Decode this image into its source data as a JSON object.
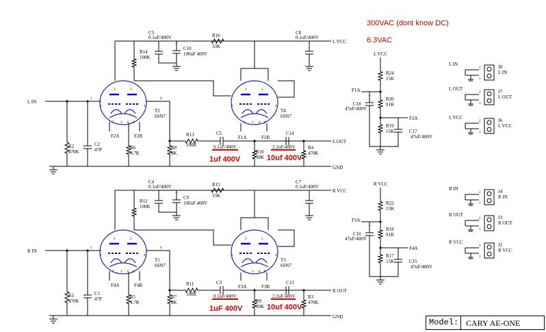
{
  "notes": {
    "hv": "300VAC (dont know DC)",
    "fil": "6.3VAC"
  },
  "model": {
    "label": "Model:",
    "value": "CARY AE-ONE"
  },
  "channels": [
    {
      "in": "L IN",
      "out": "L OUT",
      "vcc": "L VCC",
      "gnd": "GND",
      "c_top1": "C5",
      "c_top1v": "0.1uF/400V",
      "c_big": "C10",
      "c_bigv": "100uF 400V",
      "r_drop": "R16",
      "r_dropv": "33K",
      "c_top2": "C8",
      "c_top2v": "0.1uF/400V",
      "r_pl": "R14",
      "r_plv": "100K",
      "r_gr": "R2",
      "r_grv": "470K",
      "c_in": "C2",
      "c_inv": "47P",
      "r_k1": "R6",
      "r_k1v": "4.7K",
      "r_k2": "R8",
      "r_k2v": "8K",
      "tube1": "T2",
      "tube1t": "6SN7",
      "tube2": "T4",
      "tube2t": "6SN7",
      "r_s": "R13",
      "r_sv": "100K",
      "c_c": "C5",
      "c_cv": "0.1uF/400V",
      "note1": "1uf 400V",
      "r_k3": "R10",
      "r_k3v": "30K",
      "c_o": "C14",
      "c_ov": "2.2uF/400V",
      "note2": "10uf 400V",
      "r_o": "R4",
      "r_ov": "470K",
      "fa": "F2A",
      "fb": "F2B",
      "fc": "F1A",
      "fd": "F1B"
    },
    {
      "in": "R IN",
      "out": "R OUT",
      "vcc": "R VCC",
      "gnd": "GND",
      "c_top1": "C4",
      "c_top1v": "0.1uF/400V",
      "c_big": "C9",
      "c_bigv": "100uF 400V",
      "r_drop": "R15",
      "r_dropv": "33K",
      "c_top2": "C7",
      "c_top2v": "0.1uF/400V",
      "r_pl": "R12",
      "r_plv": "100K",
      "r_gr": "R1",
      "r_grv": "470K",
      "c_in": "C1",
      "c_inv": "47P",
      "r_k1": "R5",
      "r_k1v": "4.7K",
      "r_k2": "R7",
      "r_k2v": "8K",
      "tube1": "T1",
      "tube1t": "6SN7",
      "tube2": "T3",
      "tube2t": "6SN7",
      "r_s": "R11",
      "r_sv": "100K",
      "c_c": "C3",
      "c_cv": "0.1uF/400V",
      "note1": "1uF 400V",
      "r_k3": "R9",
      "r_k3v": "30K",
      "c_o": "C13",
      "c_ov": "2.2uF/400V",
      "note2": "10uf 400V",
      "r_o": "R3",
      "r_ov": "470K",
      "fa": "F4A",
      "fb": "F4B",
      "fc": "F3A",
      "fd": "F3B"
    }
  ],
  "bias": [
    {
      "vcc": "L VCC",
      "fnet": "F1A",
      "fout": "F2A",
      "r1": "R24",
      "r1v": "15K",
      "r2": "R20",
      "r2v": "91K",
      "r3": "R19",
      "r3v": "15K",
      "c1": "C18",
      "c1v": "47uF/400V",
      "c2": "C17",
      "c2v": "47uF/400V"
    },
    {
      "vcc": "R VCC",
      "fnet": "F3A",
      "fout": "F4A",
      "r1": "R22",
      "r1v": "15K",
      "r2": "R18",
      "r2v": "91K",
      "r3": "R17",
      "r3v": "15K",
      "c1": "C16",
      "c1v": "47uF/400V",
      "c2": "C15",
      "c2v": "47uF/400V"
    }
  ],
  "connectors": [
    {
      "net": "L IN",
      "ref": "J8",
      "name": "L IN",
      "p1": "1",
      "p2": "2"
    },
    {
      "net": "L OUT",
      "ref": "J7",
      "name": "L OUT",
      "p1": "1",
      "p2": "2"
    },
    {
      "net": "L VCC",
      "ref": "J6",
      "name": "L VCC",
      "p1": "1",
      "p2": "2"
    },
    {
      "net": "R IN",
      "ref": "J4",
      "name": "R IN",
      "p1": "1",
      "p2": "2"
    },
    {
      "net": "R OUT",
      "ref": "J3",
      "name": "R OUT",
      "p1": "1",
      "p2": "2"
    },
    {
      "net": "R VCC",
      "ref": "J2",
      "name": "R VCC",
      "p1": "1",
      "p2": "2"
    }
  ],
  "pins": {
    "p1": "1",
    "p2": "2",
    "p3": "3",
    "p4": "4",
    "p5": "5",
    "p6": "6",
    "p7": "7",
    "p8": "8"
  }
}
